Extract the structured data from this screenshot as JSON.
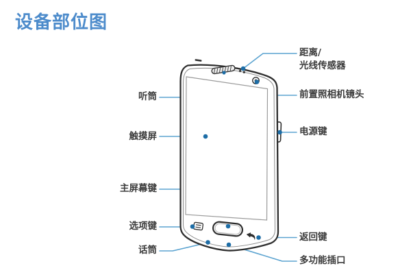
{
  "page": {
    "title": "设备部位图",
    "title_color": "#4C8BCB",
    "background": "#FFFFFF"
  },
  "diagram": {
    "type": "device-callout-diagram",
    "colors": {
      "leader_line": "#5BA3D0",
      "callout_dot": "#1D6DA6",
      "phone_outline": "#2E2E2E",
      "label_text": "#3C3C3C"
    },
    "labels": {
      "earpiece": "听筒",
      "touch_screen": "触摸屏",
      "home_key": "主屏幕键",
      "options_key": "选项键",
      "microphone": "话筒",
      "proximity_line1": "距离/",
      "proximity_line2": "光线传感器",
      "front_camera": "前置照相机镜头",
      "power_key": "电源键",
      "back_key": "返回键",
      "multipurpose_jack": "多功能插口"
    }
  }
}
